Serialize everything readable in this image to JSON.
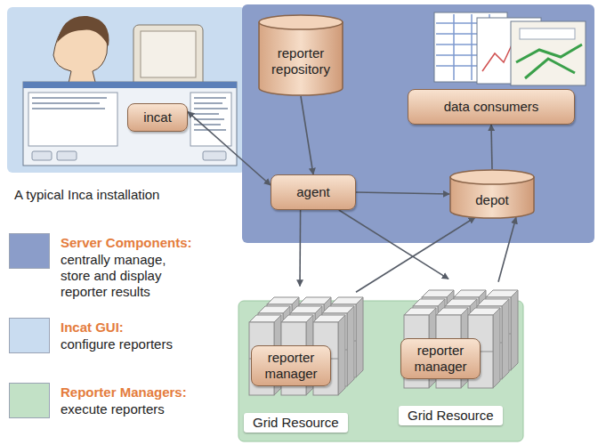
{
  "diagram": {
    "nodes": [
      {
        "text": [
          "incat"
        ]
      },
      {
        "text": [
          "reporter repository"
        ]
      },
      {
        "text": [
          "data consumers"
        ]
      },
      {
        "text": [
          "agent"
        ]
      },
      {
        "text": [
          "depot"
        ]
      },
      {
        "text": [
          "Grid Resource"
        ]
      },
      {
        "text": [
          "reporter manager"
        ],
        "in": 5
      },
      {
        "text": [
          "Grid Resource"
        ]
      },
      {
        "text": [
          "reporter manager"
        ],
        "in": 7
      }
    ],
    "edges": [
      {
        "from": 0,
        "to": 3,
        "arrow": "both"
      },
      {
        "from": 1,
        "to": 3,
        "arrow": "to"
      },
      {
        "from": 3,
        "to": 4,
        "arrow": "to"
      },
      {
        "from": 4,
        "to": 2,
        "arrow": "to"
      },
      {
        "from": 3,
        "to": 5,
        "arrow": "to"
      },
      {
        "from": 3,
        "to": 7,
        "arrow": "to"
      },
      {
        "from": 5,
        "to": 4,
        "arrow": "to"
      },
      {
        "from": 7,
        "to": 4,
        "arrow": "to"
      }
    ],
    "labels": [
      "A typical Inca installation",
      "centrally manage, store and display reporter results",
      "configure reporters",
      "execute reporters"
    ],
    "legend": [
      {
        "text": "Server Components:",
        "color": "#8b9dc9"
      },
      {
        "text": "Incat GUI:",
        "color": "#c9dcf0"
      },
      {
        "text": "Reporter Managers:",
        "color": "#c2e1c6"
      }
    ]
  }
}
